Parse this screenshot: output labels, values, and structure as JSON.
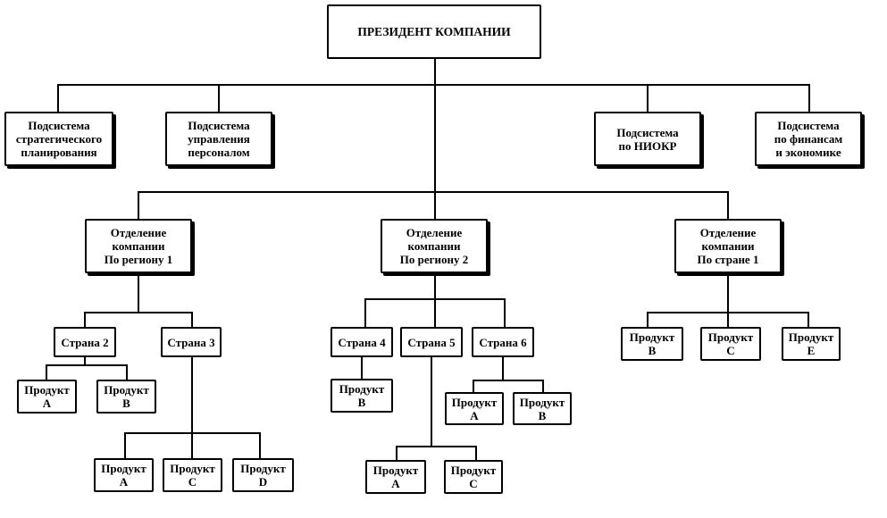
{
  "president": {
    "label": "ПРЕЗИДЕНТ КОМПАНИИ"
  },
  "subsystems": [
    {
      "lines": [
        "Подсистема",
        "стратегического",
        "планирования"
      ]
    },
    {
      "lines": [
        "Подсистема",
        "управления",
        "персоналом"
      ]
    },
    {
      "lines": [
        "Подсистема",
        "по НИОКР"
      ]
    },
    {
      "lines": [
        "Подсистема",
        "по финансам",
        "и экономике"
      ]
    }
  ],
  "divisions": [
    {
      "lines": [
        "Отделение",
        "компании",
        "По региону 1"
      ]
    },
    {
      "lines": [
        "Отделение",
        "компании",
        "По региону 2"
      ]
    },
    {
      "lines": [
        "Отделение",
        "компании",
        "По стране 1"
      ]
    }
  ],
  "countries": [
    {
      "label": "Страна 2"
    },
    {
      "label": "Страна 3"
    },
    {
      "label": "Страна 4"
    },
    {
      "label": "Страна 5"
    },
    {
      "label": "Страна 6"
    }
  ],
  "products": [
    {
      "lines": [
        "Продукт",
        "A"
      ]
    },
    {
      "lines": [
        "Продукт",
        "B"
      ]
    },
    {
      "lines": [
        "Продукт",
        "A"
      ]
    },
    {
      "lines": [
        "Продукт",
        "C"
      ]
    },
    {
      "lines": [
        "Продукт",
        "D"
      ]
    },
    {
      "lines": [
        "Продукт",
        "B"
      ]
    },
    {
      "lines": [
        "Продукт",
        "A"
      ]
    },
    {
      "lines": [
        "Продукт",
        "C"
      ]
    },
    {
      "lines": [
        "Продукт",
        "A"
      ]
    },
    {
      "lines": [
        "Продукт",
        "B"
      ]
    },
    {
      "lines": [
        "Продукт",
        "B"
      ]
    },
    {
      "lines": [
        "Продукт",
        "C"
      ]
    },
    {
      "lines": [
        "Продукт",
        "E"
      ]
    }
  ]
}
